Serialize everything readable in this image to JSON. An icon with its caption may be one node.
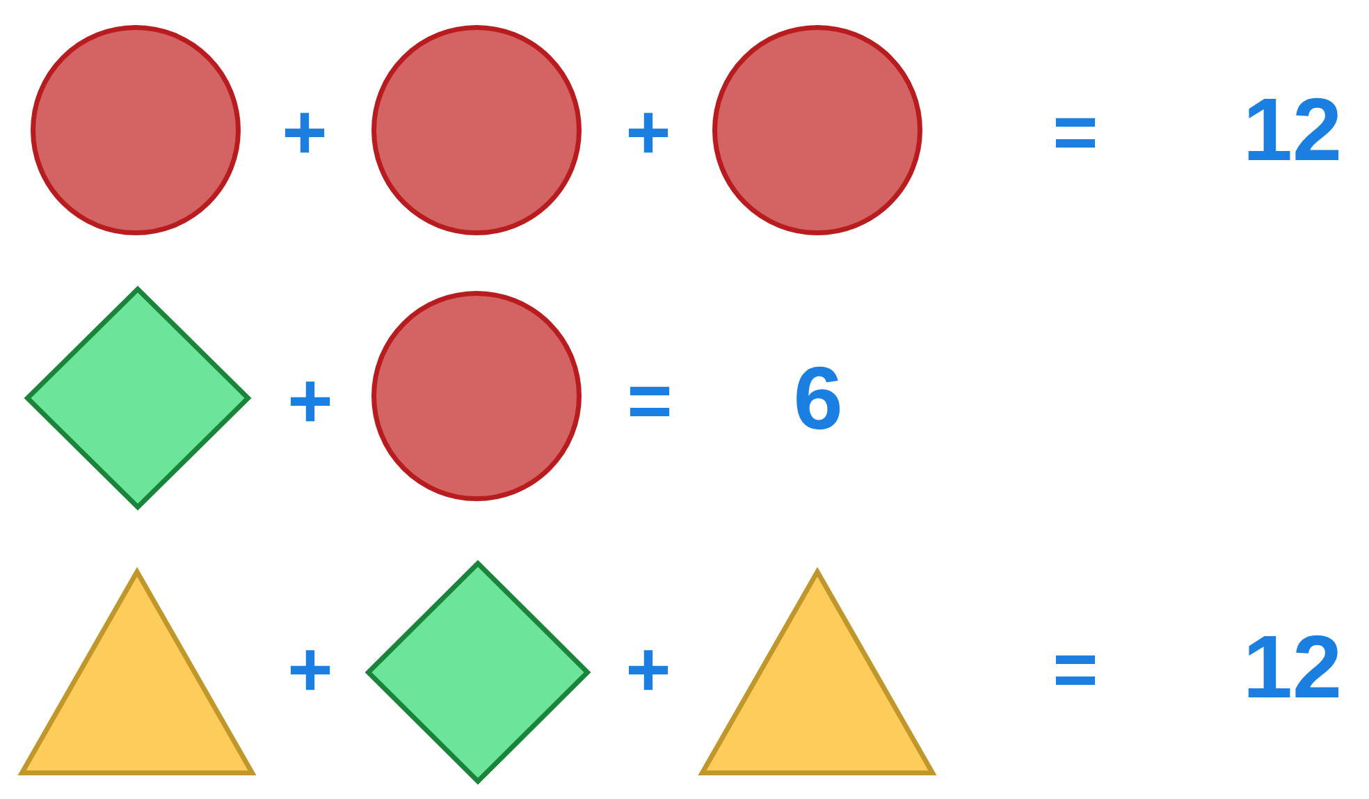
{
  "diagram": {
    "nodes": [
      {
        "text": [],
        "shape": "circle"
      },
      {
        "text": [],
        "shape": "circle"
      },
      {
        "text": [],
        "shape": "circle"
      },
      {
        "text": [],
        "shape": "diamond"
      },
      {
        "text": [],
        "shape": "circle"
      },
      {
        "text": [],
        "shape": "triangle"
      },
      {
        "text": [],
        "shape": "diamond"
      },
      {
        "text": [],
        "shape": "triangle"
      }
    ],
    "labels": [
      "+",
      "+",
      "=",
      "12",
      "+",
      "=",
      "6",
      "+",
      "+",
      "=",
      "12"
    ]
  }
}
